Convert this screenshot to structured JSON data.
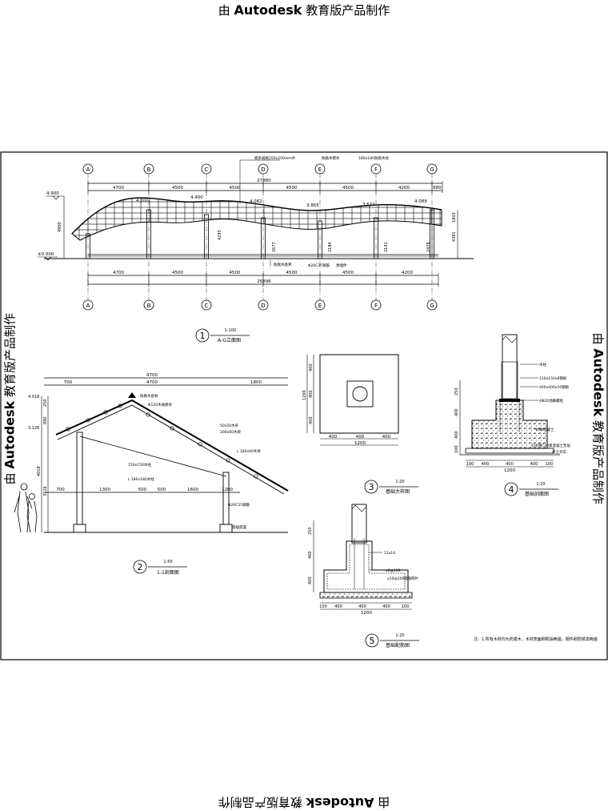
{
  "watermark": {
    "prefix": "由 ",
    "brand": "Autodesk",
    "suffix": " 教育版产品制作"
  },
  "views": {
    "v1": {
      "num": "1",
      "scale": "1:100",
      "title": "A-G立面图"
    },
    "v2": {
      "num": "2",
      "scale": "1:50",
      "title": "1-1剖面图"
    },
    "v3": {
      "num": "3",
      "scale": "1:20",
      "title": "基础大样图"
    },
    "v4": {
      "num": "4",
      "scale": "1:20",
      "title": "基础剖面图"
    },
    "v5": {
      "num": "5",
      "scale": "1:20",
      "title": "基础配筋图"
    }
  },
  "axes": [
    "A",
    "B",
    "C",
    "D",
    "E",
    "F",
    "G"
  ],
  "elevation": {
    "dims_top": [
      "4700",
      "4500",
      "4500",
      "4500",
      "4500",
      "4200",
      "680"
    ],
    "dims_bottom": [
      "4700",
      "4500",
      "4500",
      "4500",
      "4500",
      "4200"
    ],
    "total_top": "27880",
    "total_bottom": "26896",
    "levels": [
      "4.900",
      "4.200",
      "4.400",
      "4.082",
      "3.865",
      "3.672",
      "4.089",
      "±0.000"
    ],
    "heights": [
      "4900",
      "4293",
      "2677",
      "2184",
      "2141",
      "2478",
      "4381",
      "1803"
    ],
    "notes": [
      "檩条规格250x200mm木",
      "防腐木檩条",
      "180x180防腐木柱",
      "防腐木座凳",
      "Φ20C25钢筋",
      "预埋件"
    ]
  },
  "section": {
    "dims_top": [
      "700",
      "4700",
      "1800"
    ],
    "dims_bottom": [
      "700",
      "1300",
      "500",
      "500",
      "1600",
      "1200"
    ],
    "levels": [
      "4.018",
      "3.126"
    ],
    "heights": [
      "250",
      "890",
      "4018",
      "3126"
    ],
    "notes": [
      "防腐木屋脊",
      "Φ150木质檩条",
      "50x50木条",
      "200x60木梁",
      "L 180x60木梁",
      "150x150木柱",
      "L 180x180木柱",
      "Φ20C25钢筋",
      "基础底面"
    ]
  },
  "detail3": {
    "dims_h": [
      "400",
      "400",
      "400"
    ],
    "total": "1200",
    "dims_v": [
      "400",
      "400",
      "400"
    ],
    "total_v": "1200"
  },
  "detail4": {
    "dims": [
      "100",
      "400",
      "400",
      "400",
      "100"
    ],
    "total": "1200",
    "dims_v": [
      "250",
      "400",
      "400",
      "100"
    ],
    "notes": [
      "木柱",
      "150x150x8钢板",
      "400x400x10钢板",
      "4Φ20地脚螺栓",
      "C30混凝土",
      "100厚C20素混凝土垫层",
      "素土夯实"
    ]
  },
  "detail5": {
    "dims": [
      "100",
      "400",
      "400",
      "400",
      "100"
    ],
    "total": "1200",
    "dims_v": [
      "250",
      "400",
      "400"
    ],
    "notes": [
      "12⌀14",
      "⌀8@100",
      "⌀10@200",
      "钢筋网片"
    ]
  },
  "note_text": "注：1.所有木材均为防腐木，木材表面刷桐油两遍，钢件刷防锈漆两遍"
}
